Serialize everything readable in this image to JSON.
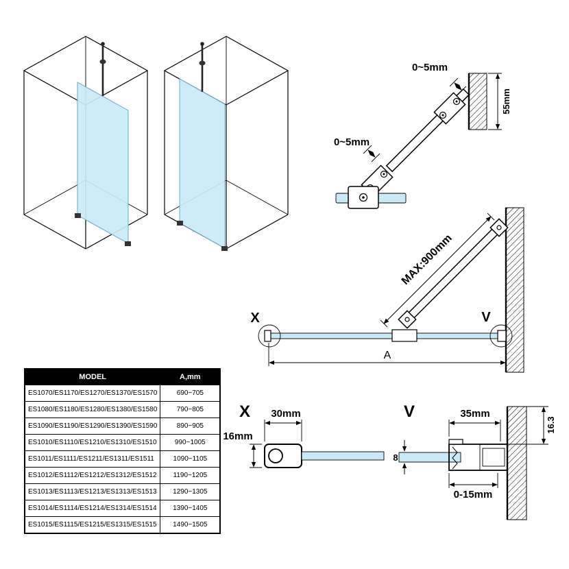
{
  "colors": {
    "glass": "#c8eaf8",
    "line": "#000000",
    "table_header_bg": "#000000"
  },
  "bracket_detail": {
    "gap_top_label": "0~5mm",
    "gap_bottom_label": "0~5mm",
    "wall_depth_label": "55mm"
  },
  "main_diagram": {
    "bar_max_label": "MAX:900mm",
    "left_marker": "X",
    "right_marker": "V",
    "width_label": "A"
  },
  "detail_x": {
    "title": "X",
    "width_label": "30mm",
    "depth_label": "16mm"
  },
  "detail_v": {
    "title": "V",
    "width_label": "35mm",
    "glass_thickness_label": "8",
    "offset_label": "16.3",
    "adjust_label": "0-15mm"
  },
  "table": {
    "headers": {
      "model": "MODEL",
      "a": "A,mm"
    },
    "rows": [
      {
        "model": "ES1070/ES1170/ES1270/ES1370/ES1570",
        "a": "690~705"
      },
      {
        "model": "ES1080/ES1180/ES1280/ES1380/ES1580",
        "a": "790~805"
      },
      {
        "model": "ES1090/ES1190/ES1290/ES1390/ES1590",
        "a": "890~905"
      },
      {
        "model": "ES1010/ES1110/ES1210/ES1310/ES1510",
        "a": "990~1005"
      },
      {
        "model": "ES1011/ES1111/ES1211/ES1311/ES1511",
        "a": "1090~1105"
      },
      {
        "model": "ES1012/ES1112/ES1212/ES1312/ES1512",
        "a": "1190~1205"
      },
      {
        "model": "ES1013/ES1113/ES1213/ES1313/ES1513",
        "a": "1290~1305"
      },
      {
        "model": "ES1014/ES1114/ES1214/ES1314/ES1514",
        "a": "1390~1405"
      },
      {
        "model": "ES1015/ES1115/ES1215/ES1315/ES1515",
        "a": "1490~1505"
      }
    ]
  }
}
